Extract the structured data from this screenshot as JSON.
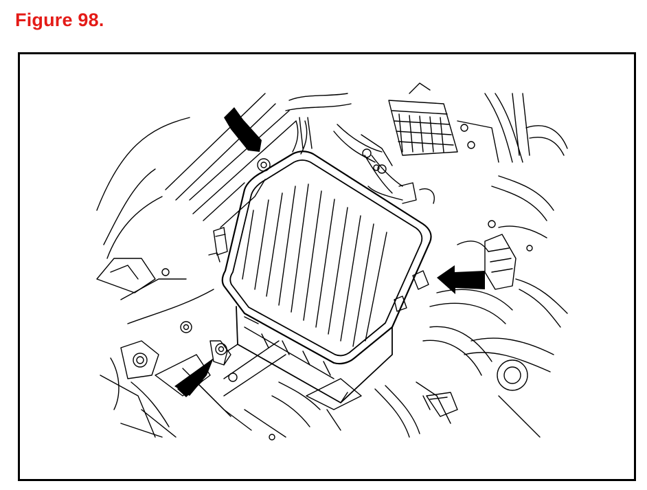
{
  "figure": {
    "title": "Figure 98."
  },
  "colors": {
    "title": "#e41b17",
    "line": "#000000",
    "background": "#ffffff"
  },
  "drawing": {
    "callout_arrows": 3,
    "icons": [
      "air-filter-housing",
      "callout-arrow",
      "wiring-harness",
      "bolt",
      "engine-components"
    ]
  }
}
